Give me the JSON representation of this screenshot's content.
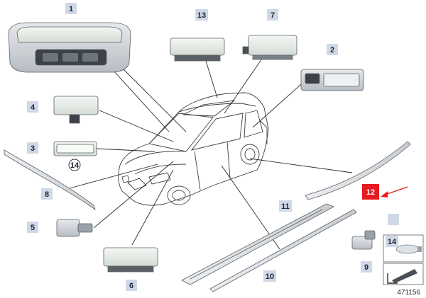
{
  "diagram": {
    "callouts": [
      {
        "id": "c1",
        "label": "1"
      },
      {
        "id": "c2",
        "label": "2"
      },
      {
        "id": "c3",
        "label": "3"
      },
      {
        "id": "c4",
        "label": "4"
      },
      {
        "id": "c5",
        "label": "5"
      },
      {
        "id": "c6",
        "label": "6"
      },
      {
        "id": "c7",
        "label": "7"
      },
      {
        "id": "c8",
        "label": "8"
      },
      {
        "id": "c9",
        "label": "9"
      },
      {
        "id": "c10",
        "label": "10"
      },
      {
        "id": "c11",
        "label": "11"
      },
      {
        "id": "c12",
        "label": "12"
      },
      {
        "id": "c13",
        "label": "13"
      },
      {
        "id": "c14a",
        "label": "14"
      },
      {
        "id": "c14b",
        "label": "14"
      }
    ],
    "highlight_color": "#e8191f",
    "callout_color": "#cfd8e6",
    "reference_number": "471156"
  }
}
